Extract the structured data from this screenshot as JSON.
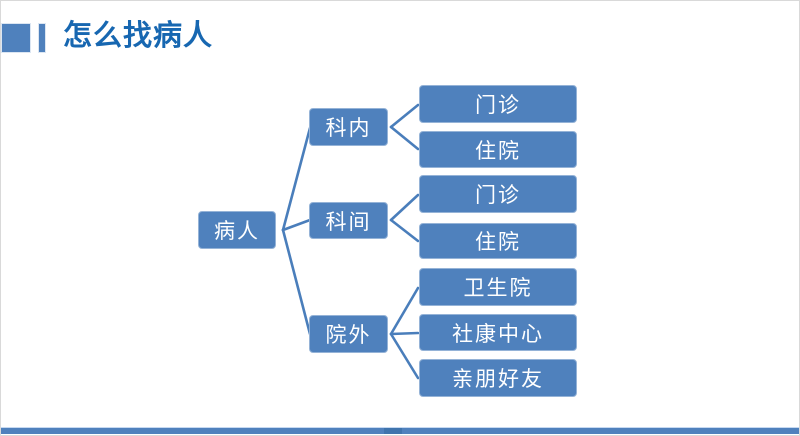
{
  "header": {
    "title": "怎么找病人",
    "title_color": "#1767b1"
  },
  "diagram": {
    "type": "tree",
    "root": {
      "label": "病人"
    },
    "branches": [
      {
        "label": "科内",
        "children": [
          {
            "label": "门诊"
          },
          {
            "label": "住院"
          }
        ]
      },
      {
        "label": "科间",
        "children": [
          {
            "label": "门诊"
          },
          {
            "label": "住院"
          }
        ]
      },
      {
        "label": "院外",
        "children": [
          {
            "label": "卫生院"
          },
          {
            "label": "社康中心"
          },
          {
            "label": "亲朋好友"
          }
        ]
      }
    ],
    "colors": {
      "node_fill": "#4f81bd",
      "node_border": "#95b3d7",
      "node_text": "#ffffff",
      "connector": "#4a7ebb"
    }
  },
  "footer": {
    "bar_color": "#4f81bd"
  }
}
